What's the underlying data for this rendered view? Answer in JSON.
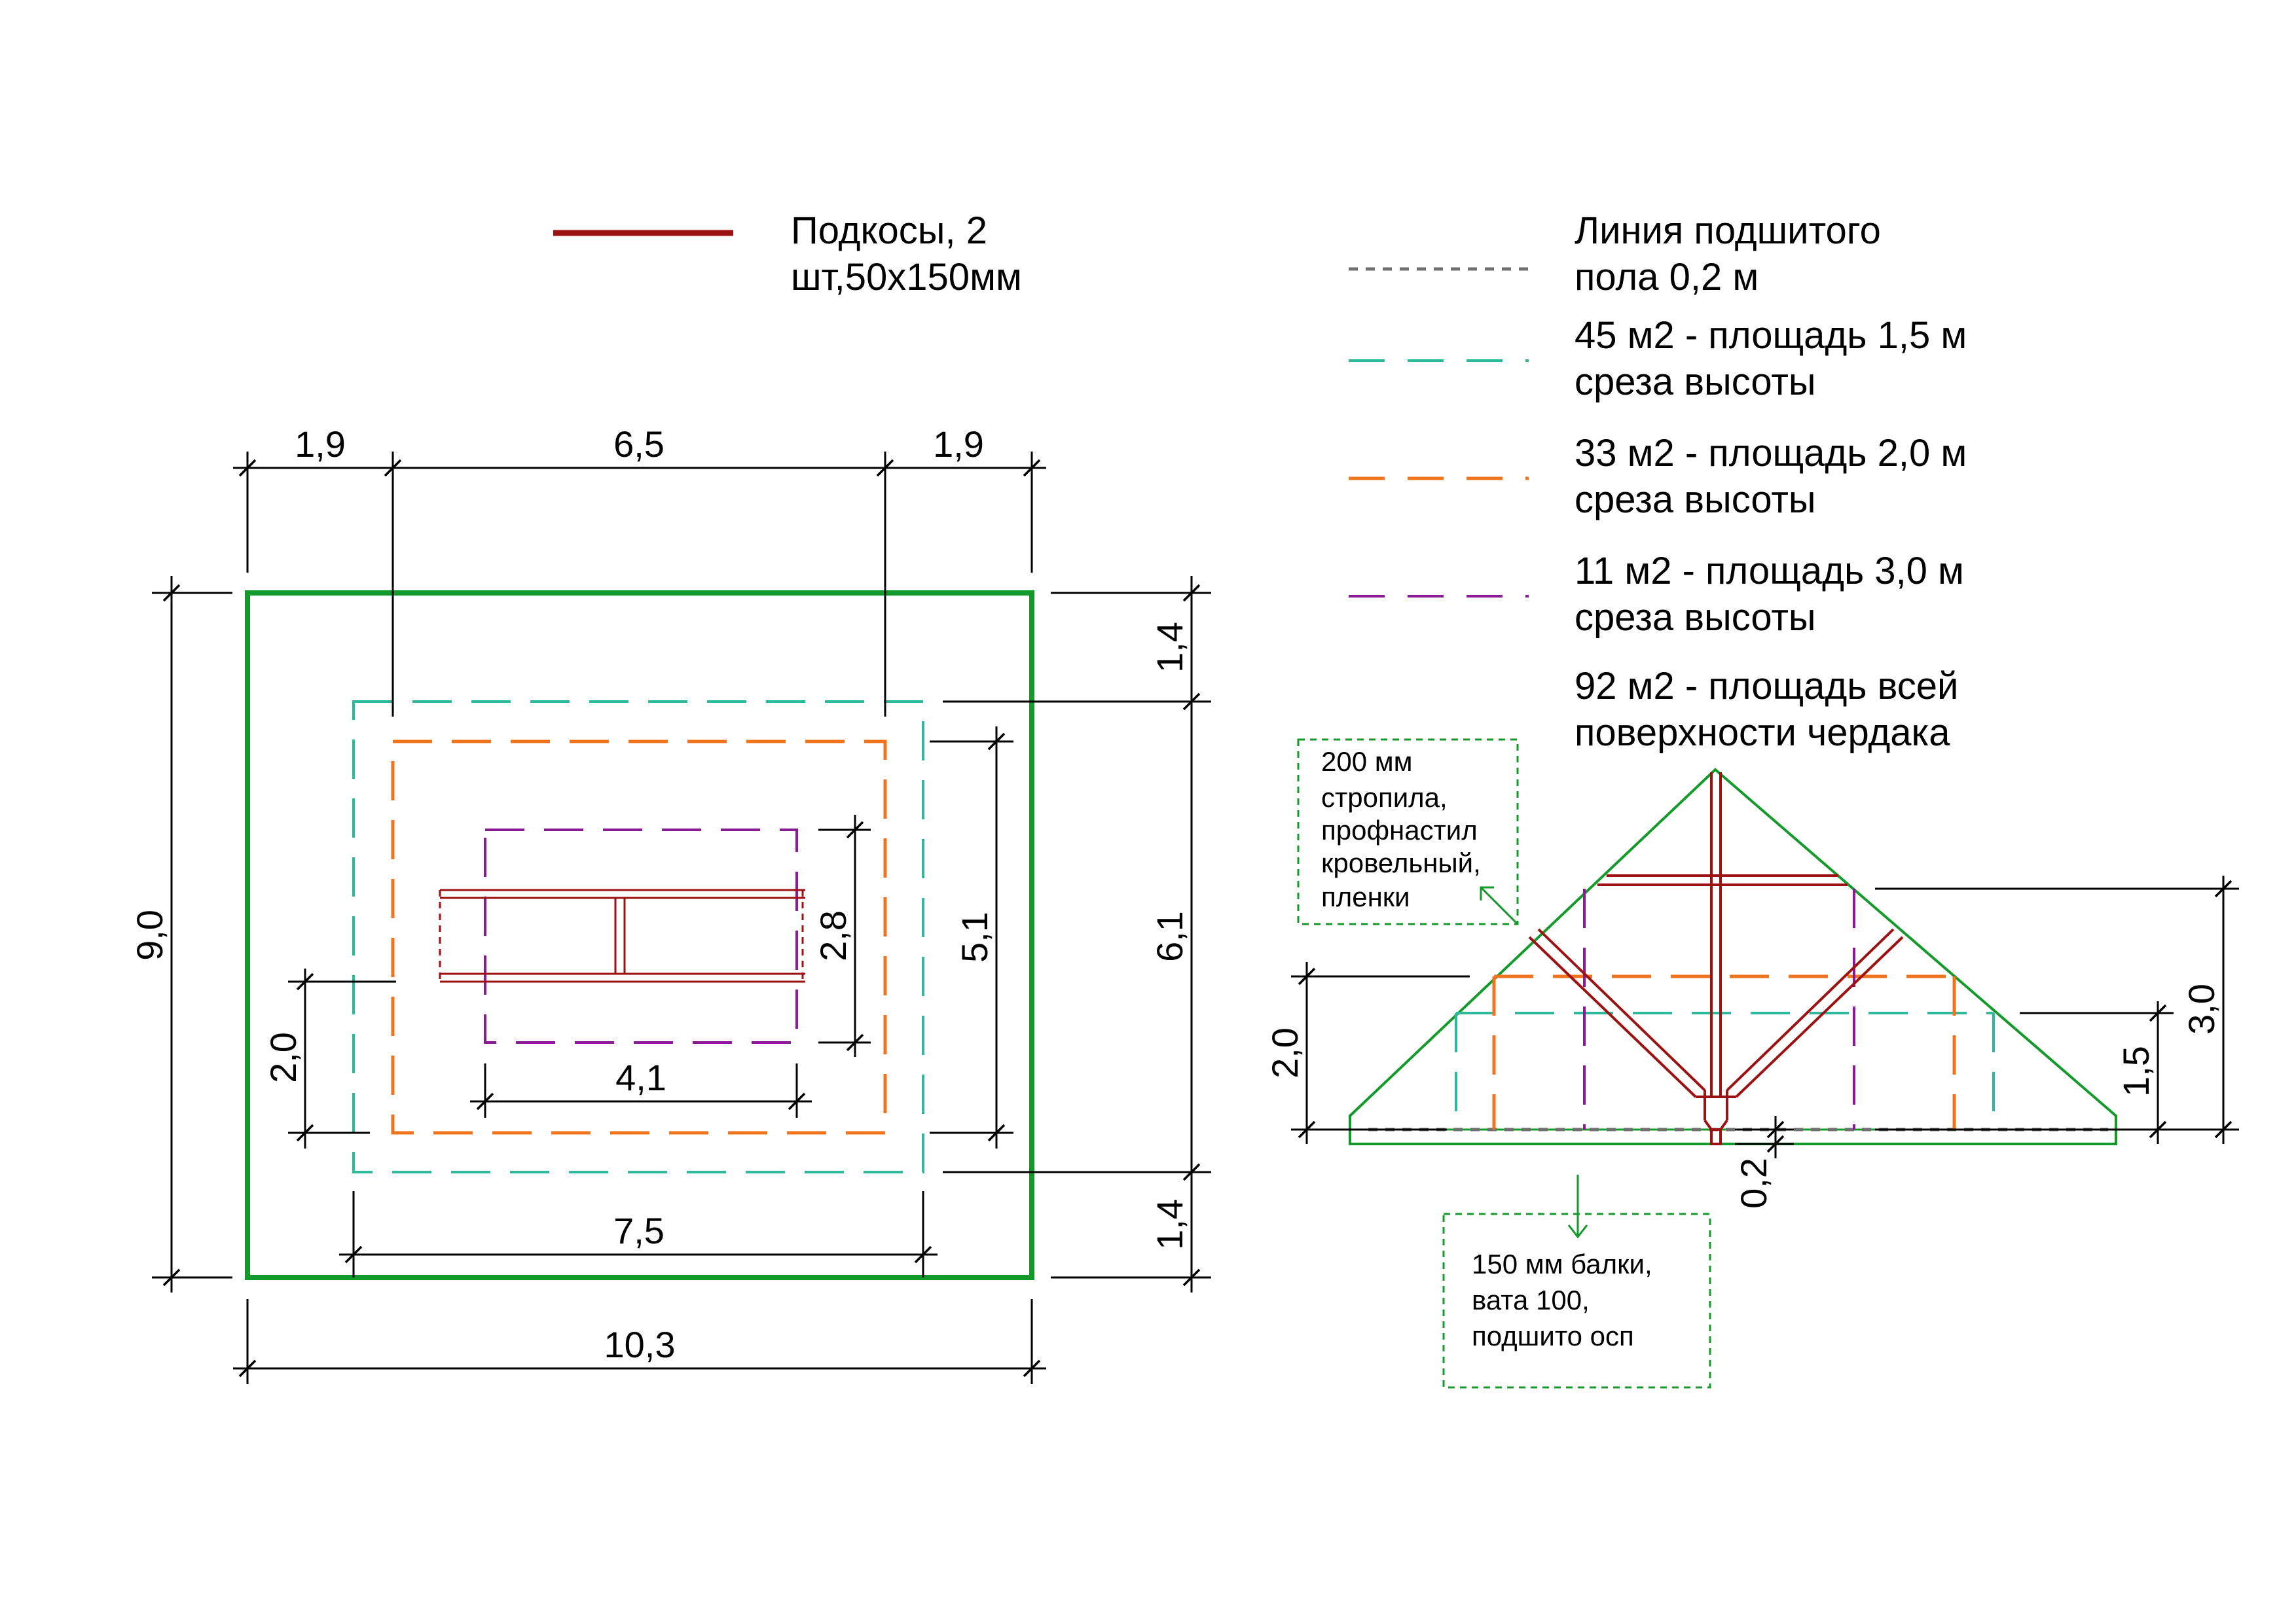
{
  "colors": {
    "green": "#139a2a",
    "teal": "#2fb99c",
    "orange": "#f0731e",
    "purple": "#8a1a96",
    "red": "#9c1111",
    "grey": "#707070",
    "dim": "#000000"
  },
  "legend": {
    "braces": {
      "line1": "Подкосы, 2",
      "line2": "шт,50х150мм"
    },
    "floor_line": {
      "line1": "Линия подшитого",
      "line2": "пола 0,2 м"
    },
    "area_15": {
      "line1": "45 м2 - площадь 1,5 м",
      "line2": "среза высоты"
    },
    "area_20": {
      "line1": "33 м2 - площадь 2,0 м",
      "line2": "среза высоты"
    },
    "area_30": {
      "line1": "11 м2 - площадь 3,0 м",
      "line2": "среза высоты"
    },
    "area_total": {
      "line1": "92 м2 - площадь всей",
      "line2": "поверхности чердака"
    }
  },
  "plan": {
    "dims": {
      "top_left": "1,9",
      "top_mid": "6,5",
      "top_right": "1,9",
      "left_total": "9,0",
      "right_top": "1,4",
      "right_mid": "6,1",
      "right_bottom": "1,4",
      "orange_height": "5,1",
      "purple_height": "2,8",
      "purple_width": "4,1",
      "left_small": "2,0",
      "teal_width": "7,5",
      "bottom_total": "10,3"
    }
  },
  "section": {
    "dims": {
      "left": "2,0",
      "right_15": "1,5",
      "right_30": "3,0",
      "floor": "0,2"
    },
    "note_roof": {
      "line1": "200 мм",
      "line2": "стропила,",
      "line3": "профнастил",
      "line4": "кровельный,",
      "line5": "пленки"
    },
    "note_floor": {
      "line1": "150 мм балки,",
      "line2": "вата 100,",
      "line3": "подшито осп"
    }
  }
}
